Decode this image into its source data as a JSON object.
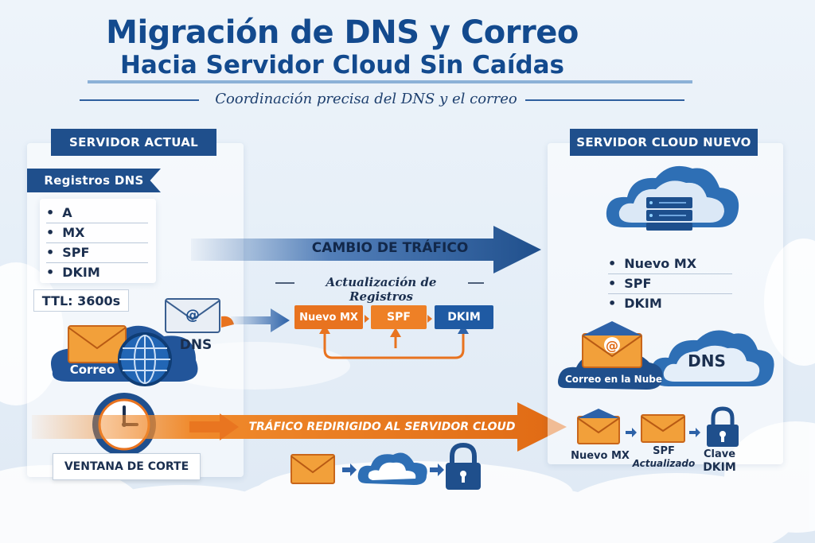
{
  "title": {
    "line1": "Migración de DNS y Correo",
    "line2": "Hacia Servidor Cloud Sin Caídas",
    "subtitle": "Coordinación precisa del DNS y el correo"
  },
  "left_panel": {
    "header": "SERVIDOR ACTUAL",
    "dns_tag": "Registros DNS",
    "records": [
      "A",
      "MX",
      "SPF",
      "DKIM"
    ],
    "ttl": "TTL: 3600s",
    "mail_label": "Correo",
    "dns_label": "DNS",
    "window_label": "VENTANA DE CORTE"
  },
  "center": {
    "traffic_change": "CAMBIO DE TRÁFICO",
    "update_title": "Actualización de Registros",
    "chips": [
      "Nuevo MX",
      "SPF",
      "DKIM"
    ],
    "redirect": "TRÁFICO REDIRIGIDO AL SERVIDOR CLOUD"
  },
  "right_panel": {
    "header": "SERVIDOR CLOUD NUEVO",
    "records": [
      "Nuevo MX",
      "SPF",
      "DKIM"
    ],
    "cloud_mail_label": "Correo en la Nube",
    "cloud_dns_label": "DNS",
    "bottom_items": [
      {
        "line1": "Nuevo MX",
        "line2": ""
      },
      {
        "line1": "SPF",
        "line2": "Actualizado"
      },
      {
        "line1": "Clave",
        "line2": "DKIM"
      }
    ]
  },
  "colors": {
    "navy": "#1f4f8c",
    "orange": "#e8731f",
    "title_blue": "#134a8e",
    "background": "#e6eff8"
  }
}
